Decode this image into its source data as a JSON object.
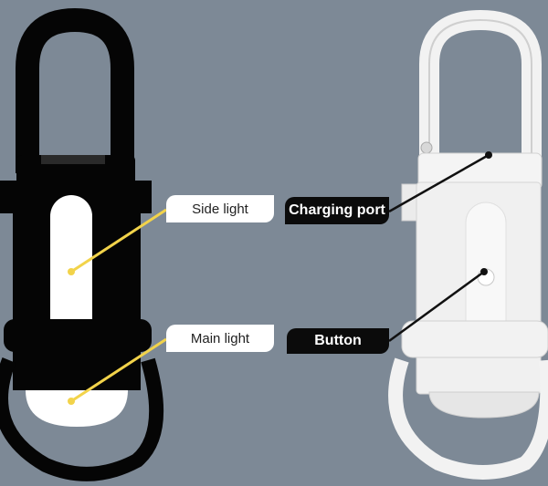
{
  "callouts": {
    "side_light": "Side light",
    "main_light": "Main light",
    "charging_port": "Charging port",
    "button": "Button"
  },
  "colors": {
    "background": "#7d8996",
    "black_device": "#050505",
    "white_device": "#f2f2f2",
    "yellow_pointer": "#f2d34a",
    "black_pointer": "#111111"
  }
}
